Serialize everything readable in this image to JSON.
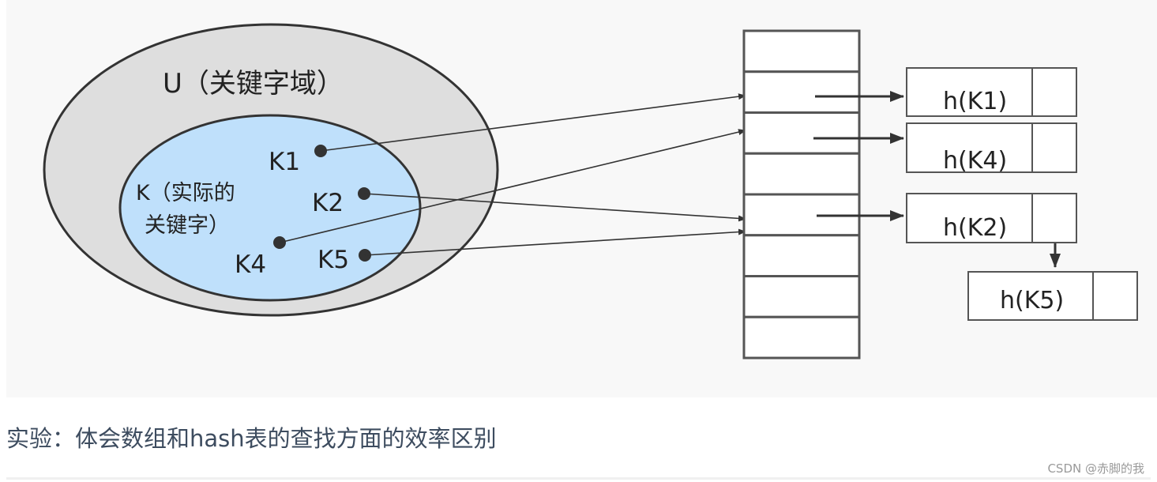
{
  "diagram": {
    "universe_label": "U（关键字域）",
    "actual_keys_label_line1": "K（实际的",
    "actual_keys_label_line2": "关键字）",
    "keys": [
      "K1",
      "K2",
      "K4",
      "K5"
    ],
    "buckets": [
      "h(K1)",
      "h(K4)",
      "h(K2)",
      "h(K5)"
    ],
    "table_slot_count": 8,
    "colors": {
      "panel_background": "#f8f8f8",
      "universe_fill": "#dedede",
      "actual_keys_fill": "#bfe0fb",
      "outline": "#333333",
      "table_outline": "#555555"
    }
  },
  "caption": "实验：体会数组和hash表的查找方面的效率区别",
  "watermark": "CSDN @赤脚的我"
}
